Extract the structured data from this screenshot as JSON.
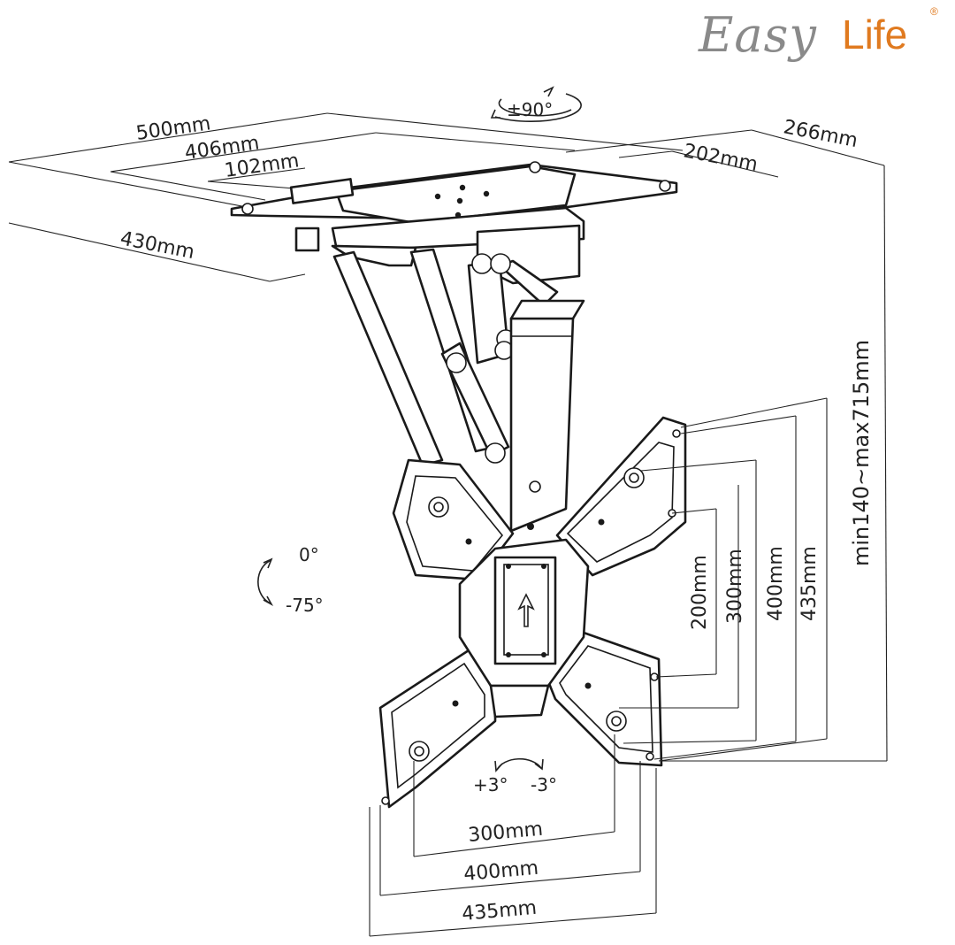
{
  "brand": {
    "easy": "Easy",
    "life": "Life",
    "reg": "®"
  },
  "dims": {
    "top_width": "500mm",
    "top_inner": "406mm",
    "top_center": "102mm",
    "top_depth": "430mm",
    "top_side_total": "266mm",
    "top_side_inner": "202mm",
    "height": "min140~max715mm",
    "vesa_v_200": "200mm",
    "vesa_v_300": "300mm",
    "vesa_v_400": "400mm",
    "vesa_v_435": "435mm",
    "vesa_h_300": "300mm",
    "vesa_h_400": "400mm",
    "vesa_h_435": "435mm"
  },
  "rotation": {
    "swivel": "±90°",
    "tilt_up": "0°",
    "tilt_down": "-75°",
    "level_plus": "+3°",
    "level_minus": "-3°"
  }
}
